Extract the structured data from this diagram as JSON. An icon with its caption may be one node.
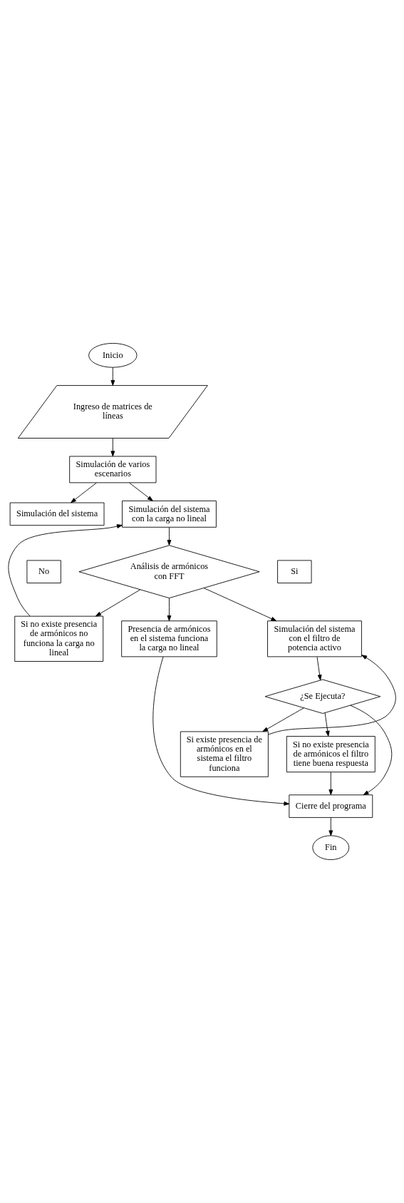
{
  "diagram": {
    "nodes": [
      {
        "text": [
          "Inicio"
        ]
      },
      {
        "text": [
          "Ingreso de matrices de líneas"
        ]
      },
      {
        "text": [
          "Simulación de varios escenarios"
        ]
      },
      {
        "text": [
          "Simulación del sistema"
        ]
      },
      {
        "text": [
          "Simulación del sistema con la carga no lineal"
        ]
      },
      {
        "text": [
          "Si no existe presencia de armónicos no funciona la carga no lineal"
        ]
      },
      {
        "text": [
          "Presencia de armónicos en el sistema funciona la carga no lineal"
        ]
      },
      {
        "text": [
          "No"
        ]
      },
      {
        "text": [
          "Análisis de armónicos con FFT"
        ]
      },
      {
        "text": [
          "Si"
        ]
      },
      {
        "text": [
          "Simulación del sistema con el filtro de potencia activo"
        ]
      },
      {
        "text": [
          "Si existe presencia de armónicos en el sistema el filtro funciona"
        ]
      },
      {
        "text": [
          "Si no existe presencia de armónicos el filtro tiene buena respuesta"
        ]
      },
      {
        "text": [
          "¿Se Ejecuta?"
        ]
      },
      {
        "text": [
          "Cierre del programa"
        ]
      },
      {
        "text": [
          "Fin"
        ]
      }
    ],
    "edges": [
      {
        "from": 0,
        "to": 1,
        "arrow": "to"
      },
      {
        "from": 1,
        "to": 2,
        "arrow": "to"
      },
      {
        "from": 2,
        "to": 3,
        "arrow": "to"
      },
      {
        "from": 2,
        "to": 4,
        "arrow": "to"
      },
      {
        "from": 4,
        "to": 8,
        "arrow": "to"
      },
      {
        "from": 8,
        "to": 5,
        "arrow": "to"
      },
      {
        "from": 5,
        "to": 4,
        "arrow": "to"
      },
      {
        "from": 8,
        "to": 6,
        "arrow": "to"
      },
      {
        "from": 6,
        "to": 14,
        "arrow": "to"
      },
      {
        "from": 8,
        "to": 10,
        "arrow": "to"
      },
      {
        "from": 10,
        "to": 13,
        "arrow": "to"
      },
      {
        "from": 13,
        "to": 11,
        "arrow": "to"
      },
      {
        "from": 11,
        "to": 10,
        "arrow": "to"
      },
      {
        "from": 13,
        "to": 12,
        "arrow": "to"
      },
      {
        "from": 12,
        "to": 14,
        "arrow": "to"
      },
      {
        "from": 13,
        "to": 14,
        "arrow": "to"
      },
      {
        "from": 14,
        "to": 15,
        "arrow": "to"
      }
    ]
  }
}
